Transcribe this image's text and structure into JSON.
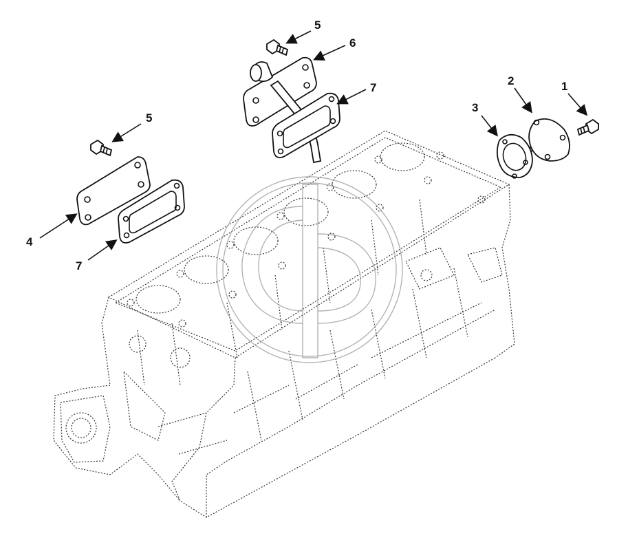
{
  "callouts": {
    "c1": "1",
    "c2": "2",
    "c3": "3",
    "c4": "4",
    "c5a": "5",
    "c5b": "5",
    "c6": "6",
    "c7a": "7",
    "c7b": "7"
  },
  "icons": {
    "watermark": "brand-watermark-logo"
  },
  "colors": {
    "line": "#111111",
    "hidden_line": "#333333",
    "watermark": "#9a9a9a"
  }
}
